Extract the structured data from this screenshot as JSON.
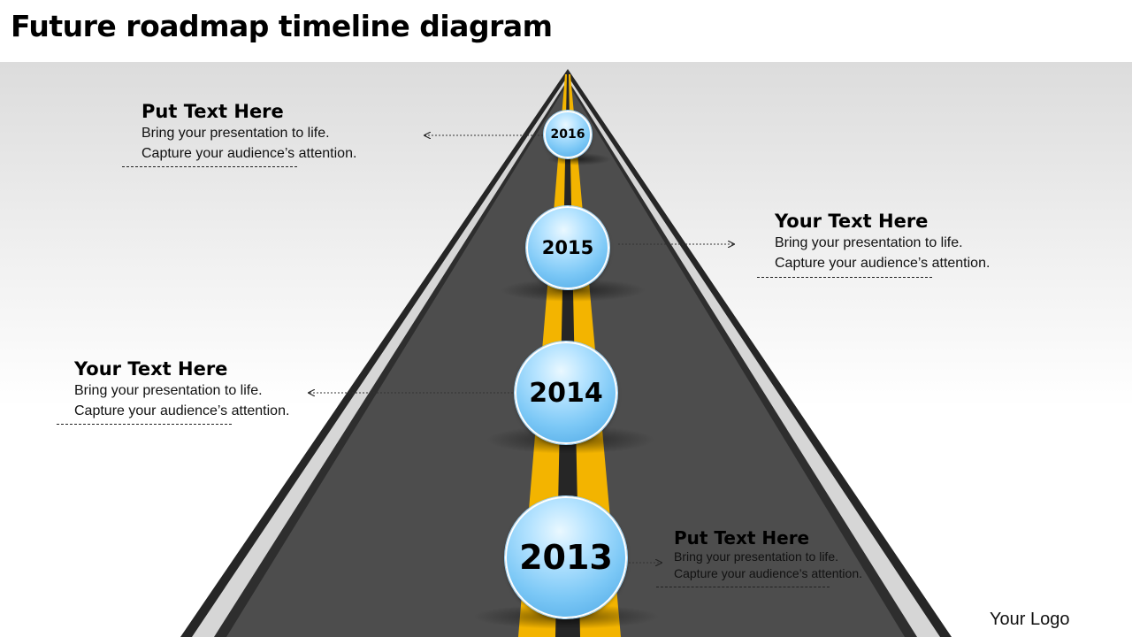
{
  "page": {
    "title": "Future roadmap timeline diagram",
    "logo_text": "Your Logo"
  },
  "milestones": [
    {
      "year": "2016",
      "heading": "Put Text Here",
      "line1": "Bring your presentation to life.",
      "line2": "Capture your audience’s attention."
    },
    {
      "year": "2015",
      "heading": "Your Text Here",
      "line1": "Bring your presentation to life.",
      "line2": "Capture your audience’s attention."
    },
    {
      "year": "2014",
      "heading": "Your Text Here",
      "line1": "Bring your presentation to life.",
      "line2": "Capture your audience’s attention."
    },
    {
      "year": "2013",
      "heading": "Put Text Here",
      "line1": "Bring your presentation to life.",
      "line2": "Capture your audience’s attention."
    }
  ],
  "colors": {
    "road_asphalt": "#4a4a4a",
    "road_shoulder": "#d6d6d6",
    "road_edge": "#262626",
    "center_line": "#f3b400",
    "marker_blue": "#7cc8f6",
    "background_top": "#dcdcdc"
  }
}
